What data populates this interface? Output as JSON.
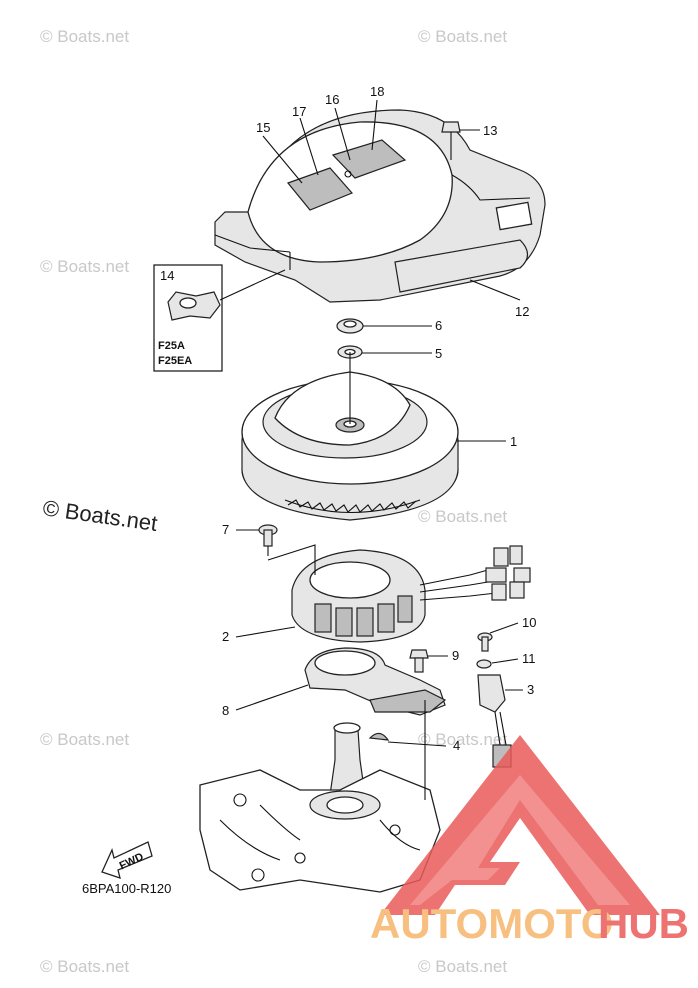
{
  "watermark_text": "© Boats.net",
  "watermark_main": "© Boats.net",
  "diagram_code": "6BPA100-R120",
  "fwd_label": "FWD",
  "inset": {
    "lines": [
      "F25A",
      "F25EA"
    ],
    "callout": "14"
  },
  "callouts": [
    "1",
    "2",
    "3",
    "4",
    "5",
    "6",
    "7",
    "8",
    "9",
    "10",
    "11",
    "12",
    "13",
    "15",
    "16",
    "17",
    "18"
  ],
  "logo": {
    "part1": "AUTOMOTO",
    "part2": "HUB",
    "color_orange": "#f6b56b",
    "color_red": "#ea5a5a"
  }
}
